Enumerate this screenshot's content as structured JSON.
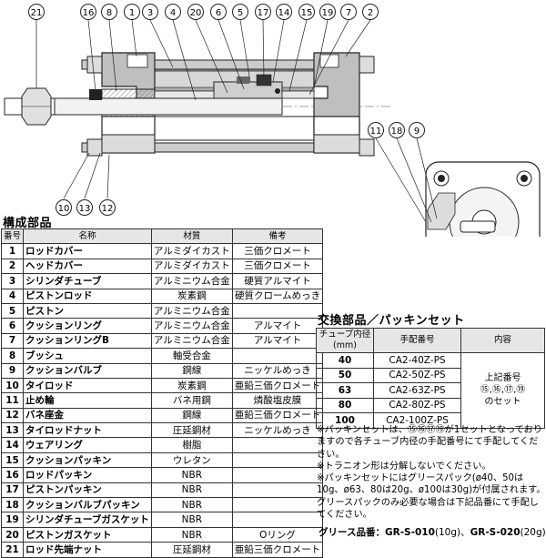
{
  "drawing": {
    "callouts_top": [
      "21",
      "16",
      "8",
      "1",
      "3",
      "4",
      "20",
      "6",
      "5",
      "17",
      "14",
      "15",
      "19",
      "7",
      "2"
    ],
    "callouts_bottom": [
      "10",
      "13",
      "12"
    ],
    "callouts_side": [
      "11",
      "18",
      "9"
    ]
  },
  "parts": {
    "title": "構成部品",
    "headers": [
      "番号",
      "名称",
      "材質",
      "備考"
    ],
    "rows": [
      {
        "no": "1",
        "name": "ロッドカバー",
        "material": "アルミダイカスト",
        "note": "三価クロメート"
      },
      {
        "no": "2",
        "name": "ヘッドカバー",
        "material": "アルミダイカスト",
        "note": "三価クロメート"
      },
      {
        "no": "3",
        "name": "シリンダチューブ",
        "material": "アルミニウム合金",
        "note": "硬質アルマイト"
      },
      {
        "no": "4",
        "name": "ピストンロッド",
        "material": "炭素鋼",
        "note": "硬質クロームめっき"
      },
      {
        "no": "5",
        "name": "ピストン",
        "material": "アルミニウム合金",
        "note": ""
      },
      {
        "no": "6",
        "name": "クッションリング",
        "material": "アルミニウム合金",
        "note": "アルマイト"
      },
      {
        "no": "7",
        "name": "クッションリングB",
        "material": "アルミニウム合金",
        "note": "アルマイト"
      },
      {
        "no": "8",
        "name": "ブッシュ",
        "material": "軸受合金",
        "note": ""
      },
      {
        "no": "9",
        "name": "クッションバルブ",
        "material": "鋼線",
        "note": "ニッケルめっき"
      },
      {
        "no": "10",
        "name": "タイロッド",
        "material": "炭素鋼",
        "note": "亜鉛三価クロメート"
      },
      {
        "no": "11",
        "name": "止め輪",
        "material": "バネ用鋼",
        "note": "燐酸塩皮膜"
      },
      {
        "no": "12",
        "name": "バネ座金",
        "material": "鋼線",
        "note": "亜鉛三価クロメート"
      },
      {
        "no": "13",
        "name": "タイロッドナット",
        "material": "圧延鋼材",
        "note": "ニッケルめっき"
      },
      {
        "no": "14",
        "name": "ウェアリング",
        "material": "樹脂",
        "note": ""
      },
      {
        "no": "15",
        "name": "クッションパッキン",
        "material": "ウレタン",
        "note": ""
      },
      {
        "no": "16",
        "name": "ロッドパッキン",
        "material": "NBR",
        "note": ""
      },
      {
        "no": "17",
        "name": "ピストンパッキン",
        "material": "NBR",
        "note": ""
      },
      {
        "no": "18",
        "name": "クッションバルブパッキン",
        "material": "NBR",
        "note": ""
      },
      {
        "no": "19",
        "name": "シリンダチューブガスケット",
        "material": "NBR",
        "note": ""
      },
      {
        "no": "20",
        "name": "ピストンガスケット",
        "material": "NBR",
        "note": "Oリング"
      },
      {
        "no": "21",
        "name": "ロッド先端ナット",
        "material": "圧延鋼材",
        "note": "亜鉛三価クロメート"
      }
    ]
  },
  "kit": {
    "title": "交換部品／パッキンセット",
    "header_bore_line1": "チューブ内径",
    "header_bore_line2": "(mm)",
    "header_pn": "手配番号",
    "header_content": "内容",
    "rows": [
      {
        "bore": "40",
        "pn": "CA2-40Z-PS"
      },
      {
        "bore": "50",
        "pn": "CA2-50Z-PS"
      },
      {
        "bore": "63",
        "pn": "CA2-63Z-PS"
      },
      {
        "bore": "80",
        "pn": "CA2-80Z-PS"
      },
      {
        "bore": "100",
        "pn": "CA2-100Z-PS"
      }
    ],
    "content_line1": "上記番号",
    "content_line2": "⑮,⑯,⑰,⑲",
    "content_line3": "のセット"
  },
  "notes": [
    "※パッキンセットは、⑮⑯⑰⑲が1セットとなっておりますので各チューブ内径の手配番号にて手配してください。",
    "※トラニオン形は分解しないでください。",
    "※パッキンセットにはグリースパック(ø40、50は10g、ø63、80は20g、ø100は30g)が付属されます。",
    "グリースパックのみ必要な場合は下記品番にて手配してください。"
  ],
  "grease": {
    "label": "グリース品番：",
    "code1": "GR-S-010",
    "amount1": "(10g)",
    "separator": "、",
    "code2": "GR-S-020",
    "amount2": "(20g)"
  }
}
